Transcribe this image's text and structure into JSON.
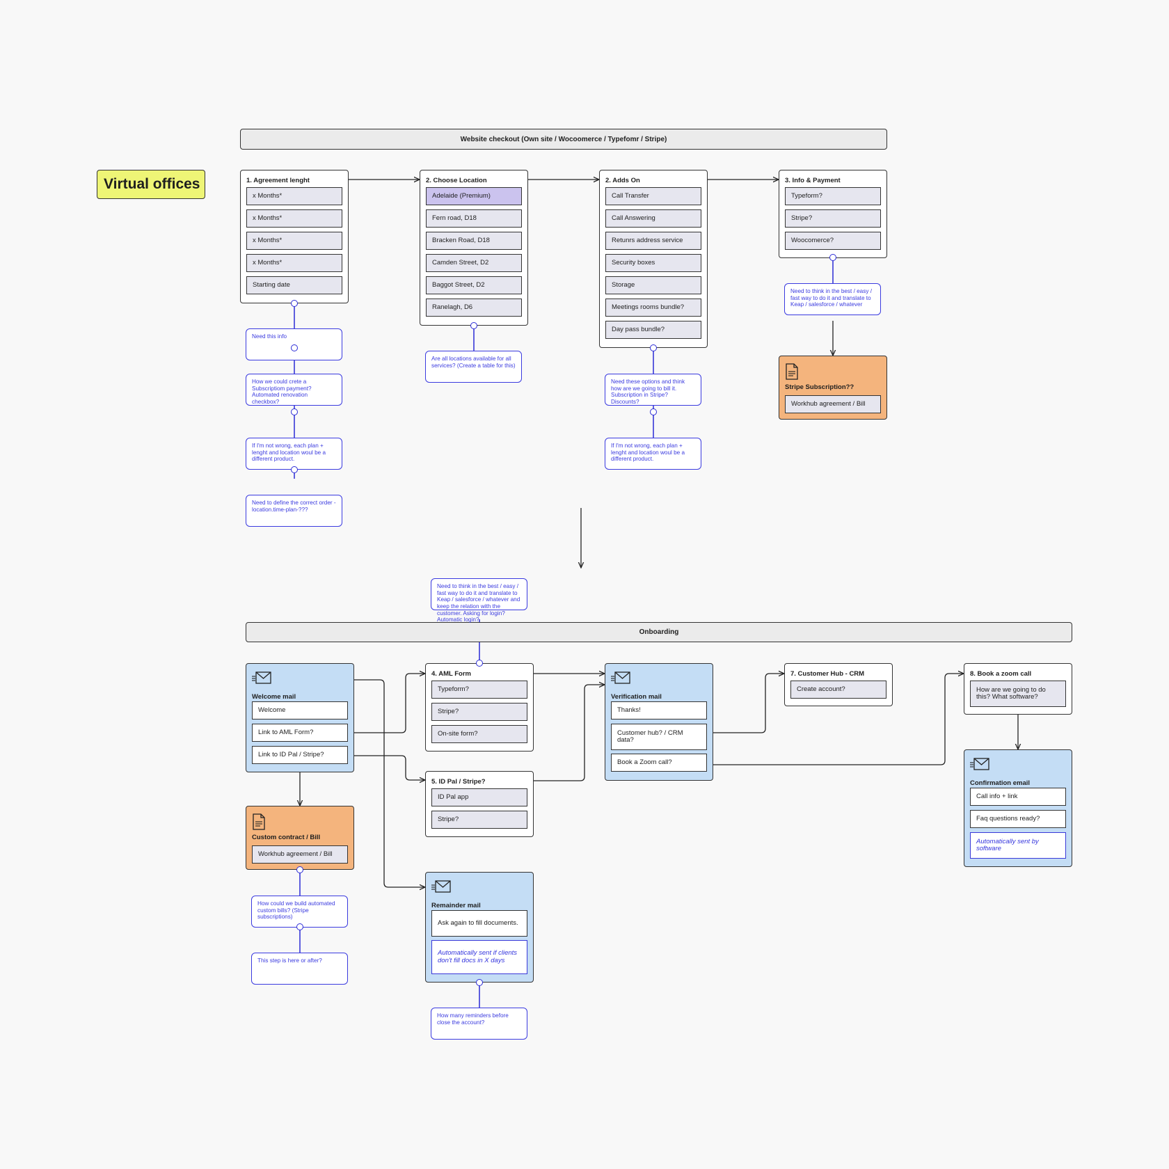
{
  "title_sticker": "Virtual offices",
  "banners": {
    "checkout": "Website checkout (Own site / Wocoomerce / Typefomr / Stripe)",
    "onboarding": "Onboarding"
  },
  "checkout_steps": {
    "agreement": {
      "title": "1. Agreement lenght",
      "items": [
        "x Months*",
        "x Months*",
        "x Months*",
        "x Months*",
        "Starting date"
      ]
    },
    "location": {
      "title": "2. Choose Location",
      "items": [
        "Adelaide (Premium)",
        "Fern road, D18",
        "Bracken Road, D18",
        "Camden Street, D2",
        "Baggot Street, D2",
        "Ranelagh, D6"
      ]
    },
    "addons": {
      "title": "2. Adds On",
      "items": [
        "Call Transfer",
        "Call Answering",
        "Retunrs address service",
        "Security boxes",
        "Storage",
        "Meetings rooms bundle?",
        "Day pass bundle?"
      ]
    },
    "payment": {
      "title": "3. Info & Payment",
      "items": [
        "Typeform?",
        "Stripe?",
        "Woocomerce?"
      ]
    }
  },
  "stripe_subscription": {
    "title": "Stripe Subscription??",
    "items": [
      "Workhub agreement / Bill"
    ]
  },
  "onboarding_steps": {
    "welcome_mail": {
      "title": "Welcome mail",
      "items": [
        "Welcome",
        "Link to AML Form?",
        "Link to ID Pal / Stripe?"
      ]
    },
    "aml_form": {
      "title": "4. AML Form",
      "items": [
        "Typeform?",
        "Stripe?",
        "On-site form?"
      ]
    },
    "id_pal": {
      "title": "5. ID Pal / Stripe?",
      "items": [
        "ID Pal app",
        "Stripe?"
      ]
    },
    "verification_mail": {
      "title": "Verification mail",
      "items": [
        "Thanks!",
        "Customer hub? / CRM data?",
        "Book a Zoom call?"
      ]
    },
    "customer_hub": {
      "title": "7. Customer Hub - CRM",
      "items": [
        "Create account?"
      ]
    },
    "zoom_call": {
      "title": "8. Book a zoom call",
      "items": [
        "How are we going to do this? What software?"
      ]
    },
    "confirmation_email": {
      "title": "Confirmation email",
      "items": [
        "Call info + link",
        "Faq questions ready?",
        "Automatically sent by software"
      ]
    },
    "custom_contract": {
      "title": "Custom contract / Bill",
      "items": [
        "Workhub agreement / Bill"
      ]
    },
    "reminder_mail": {
      "title": "Remainder mail",
      "items": [
        "Ask again to fill documents.",
        "Automatically sent if clients don't fill docs in X days"
      ]
    }
  },
  "notes": {
    "need_info": "Need this info",
    "subscription_payment": "How we could crete a Subscriptiom payment? Automated renovation checkbox?",
    "plan_product_1": "If I'm not wrong, each plan + lenght and location woul be a different product.",
    "define_order": "Need to define the correct order - location.time-plan-???",
    "locations_available": "Are all locations available for all services? (Create a table for this)",
    "addons_billing": "Need these options and think how are we going to bill it. Subscription in Stripe? Discounts?",
    "plan_product_2": "If I'm not wrong, each plan + lenght and location woul be a different product.",
    "keap_payment": "Need to think in the best / easy / fast way to do it and translate to Keap / salesforce / whatever",
    "keap_onboarding": "Need to think in the best / easy / fast way to do it and translate to Keap / salesforce / whatever and keep the relation with the customer. Asking for login? Automatic login?",
    "custom_bills": "How could we build automated custom bills? (Stripe subscriptions)",
    "step_order": "This step is here or after?",
    "reminders_count": "How many reminders before close the account?"
  },
  "icons": {
    "mail": "envelope-icon",
    "document": "document-icon"
  },
  "colors": {
    "note": "#3a3adf",
    "mail_card": "#c4ddf5",
    "bill_card": "#f4b47d",
    "sticker": "#eef576",
    "selected_item": "#cbc3ee"
  }
}
